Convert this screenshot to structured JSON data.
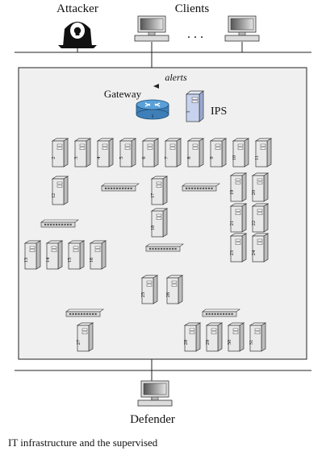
{
  "labels": {
    "attacker": "Attacker",
    "clients": "Clients",
    "ellipsis": ". . .",
    "alerts": "alerts",
    "gateway": "Gateway",
    "ips": "IPS",
    "defender": "Defender",
    "caption_fragment": "IT infrastructure and the supervised"
  },
  "nodes": {
    "ips_id": "1",
    "gateway_id": "1",
    "row_top": [
      "2",
      "3",
      "4",
      "5",
      "6",
      "7",
      "8",
      "9",
      "10",
      "11"
    ],
    "left_branch_mid": "12",
    "left_branch_bottom": [
      "13",
      "14",
      "15",
      "16"
    ],
    "center_chain": [
      "17",
      "18"
    ],
    "right_grid": [
      "19",
      "20",
      "21",
      "22",
      "23",
      "24"
    ],
    "center_pair": [
      "25",
      "26"
    ],
    "bottom_left": "27",
    "bottom_right": [
      "28",
      "29",
      "30",
      "31"
    ]
  },
  "colors": {
    "panel_fill": "#f0f0f0",
    "line": "#222222",
    "server_face": "#e9e9e9",
    "server_side": "#bdbdbd",
    "gateway_fill": "#5aa0d8",
    "ips_fill": "#c7d3ee"
  },
  "icons": {
    "attacker": "hacker-icon",
    "client": "desktop-computer-icon",
    "gateway": "router-icon",
    "ips": "ips-server-icon",
    "server": "server-tower-icon",
    "switch": "network-switch-icon",
    "defender": "desktop-computer-icon"
  }
}
